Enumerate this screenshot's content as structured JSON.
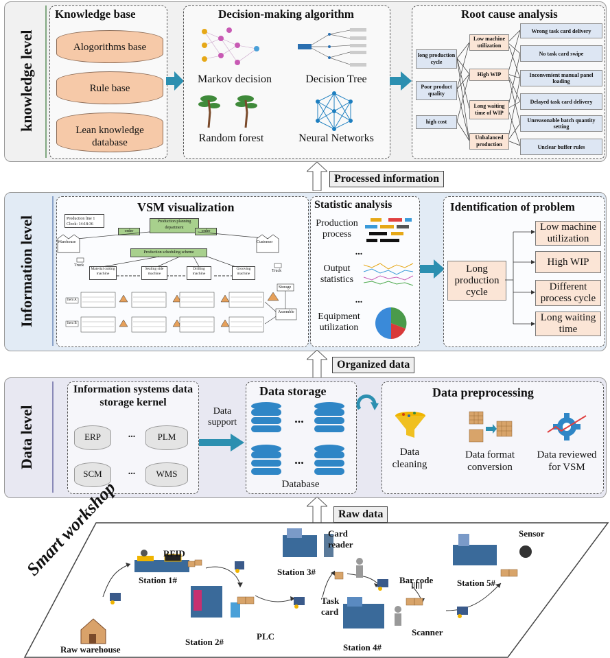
{
  "levels": {
    "knowledge": "knowledge  level",
    "information": "Information level",
    "data": "Data  level",
    "workshop": "Smart workshop"
  },
  "knowledge": {
    "kb_title": "Knowledge base",
    "kb_items": [
      "Alogorithms base",
      "Rule base",
      "Lean knowledge database"
    ],
    "dm_title": "Decision-making algorithm",
    "dm_items": [
      "Markov decision",
      "Decision Tree",
      "Random forest",
      "Neural Networks"
    ],
    "rca_title": "Root cause analysis",
    "rca_left": [
      "long production cycle",
      "Poor product quality",
      "high cost"
    ],
    "rca_mid": [
      "Low machine utilization",
      "High WIP",
      "Long waiting time of WIP",
      "Unbalanced production"
    ],
    "rca_right": [
      "Wrong task card delivery",
      "No task card swipe",
      "Inconvenient manual panel loading",
      "Delayed task card delivery",
      "Unreasonable batch quantity setting",
      "Unclear buffer rules"
    ]
  },
  "flows": {
    "processed": "Processed information",
    "organized": "Organized data",
    "raw": "Raw data"
  },
  "information": {
    "vsm_title": "VSM visualization",
    "vsm": {
      "production_line": "Production line 1",
      "clock": "Clock: 14:18:36",
      "planning": "Production planning department",
      "scheduling": "Production scheduling scheme",
      "order": "order",
      "warehouse": "Warehouse",
      "customer": "Customer",
      "truck": "Truck",
      "machines": [
        "Material cutting machine",
        "Sealing side machine",
        "Drilling machine",
        "Grooving machine"
      ],
      "storage": "Storage",
      "assemble": "Assemble",
      "item_a": "Item A",
      "item_b": "Item B"
    },
    "stat_title": "Statistic analysis",
    "stat_items": [
      "Production process",
      "...",
      "Output statistics",
      "...",
      "Equipment utilization"
    ],
    "id_title": "Identification of problem",
    "id_source": "Long production cycle",
    "id_targets": [
      "Low machine utilization",
      "High WIP",
      "Different process cycle",
      "Long waiting time"
    ]
  },
  "data": {
    "kernel_title": "Information systems data storage kernel",
    "systems": [
      "ERP",
      "...",
      "PLM",
      "SCM",
      "...",
      "WMS"
    ],
    "support": "Data support",
    "storage_title": "Data  storage",
    "storage_dots": "...",
    "database": "Database",
    "pre_title": "Data  preprocessing",
    "pre_items": [
      "Data cleaning",
      "Data format conversion",
      "Data reviewed for VSM"
    ]
  },
  "workshop": {
    "raw_warehouse": "Raw warehouse",
    "stations": [
      "Station 1#",
      "Station 2#",
      "Station 3#",
      "Station 4#",
      "Station 5#"
    ],
    "rfid": "RFID",
    "plc": "PLC",
    "card_reader": "Card reader",
    "task_card": "Task card",
    "bar_code": "Bar code",
    "scanner": "Scanner",
    "sensor": "Sensor"
  },
  "colors": {
    "level_bg": "#f1f1f1",
    "info_bg": "#e2ebf5",
    "data_bg": "#e8e8f2",
    "accent_arrow": "#2c8fb0",
    "orange_box": "#fbe5d6",
    "blue_box": "#dde6f3"
  }
}
